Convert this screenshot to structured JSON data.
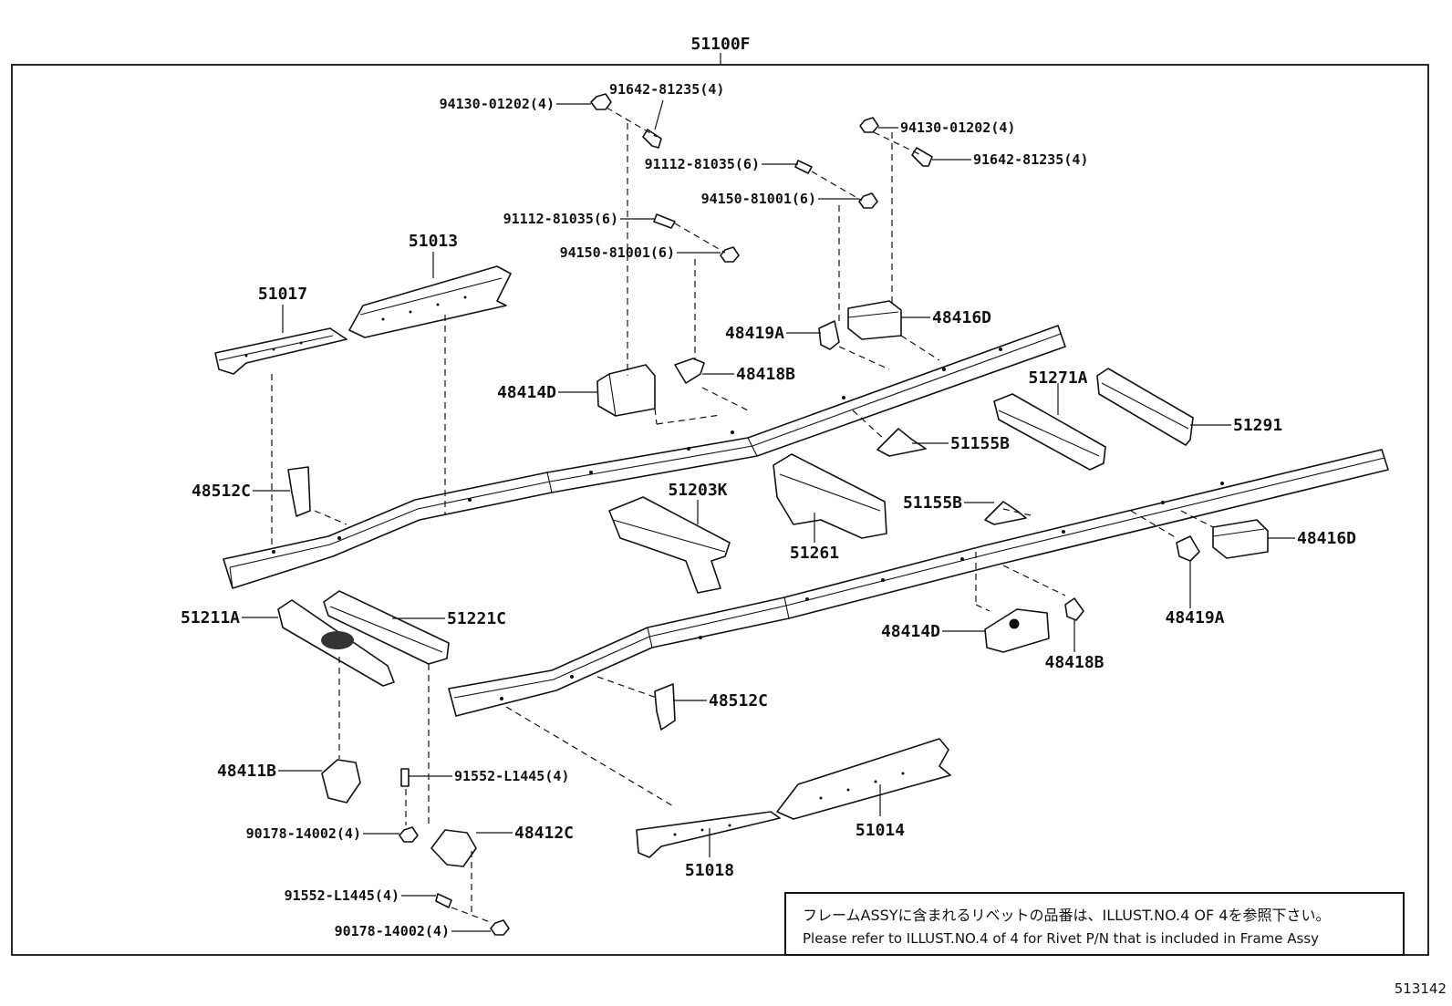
{
  "assembly": {
    "main_label": "51100F"
  },
  "drawing_number": "513142",
  "note": {
    "japanese": "フレームASSYに含まれるリベットの品番は、ILLUST.NO.4 OF 4を参照下さい。",
    "english": "Please refer to ILLUST.NO.4 of 4 for Rivet P/N that is included in Frame Assy"
  },
  "callouts": [
    "94130-01202(4)",
    "91642-81235(4)",
    "94130-01202(4)",
    "91642-81235(4)",
    "91112-81035(6)",
    "94150-81001(6)",
    "91112-81035(6)",
    "94150-81001(6)",
    "51013",
    "51017",
    "48416D",
    "48419A",
    "48418B",
    "48414D",
    "51271A",
    "51291",
    "51155B",
    "48512C",
    "51203K",
    "51155B",
    "48416D",
    "51261",
    "48419A",
    "51211A",
    "51221C",
    "48414D",
    "48418B",
    "48512C",
    "48411B",
    "91552-L1445(4)",
    "90178-14002(4)",
    "48412C",
    "51014",
    "91552-L1445(4)",
    "51018",
    "90178-14002(4)"
  ]
}
